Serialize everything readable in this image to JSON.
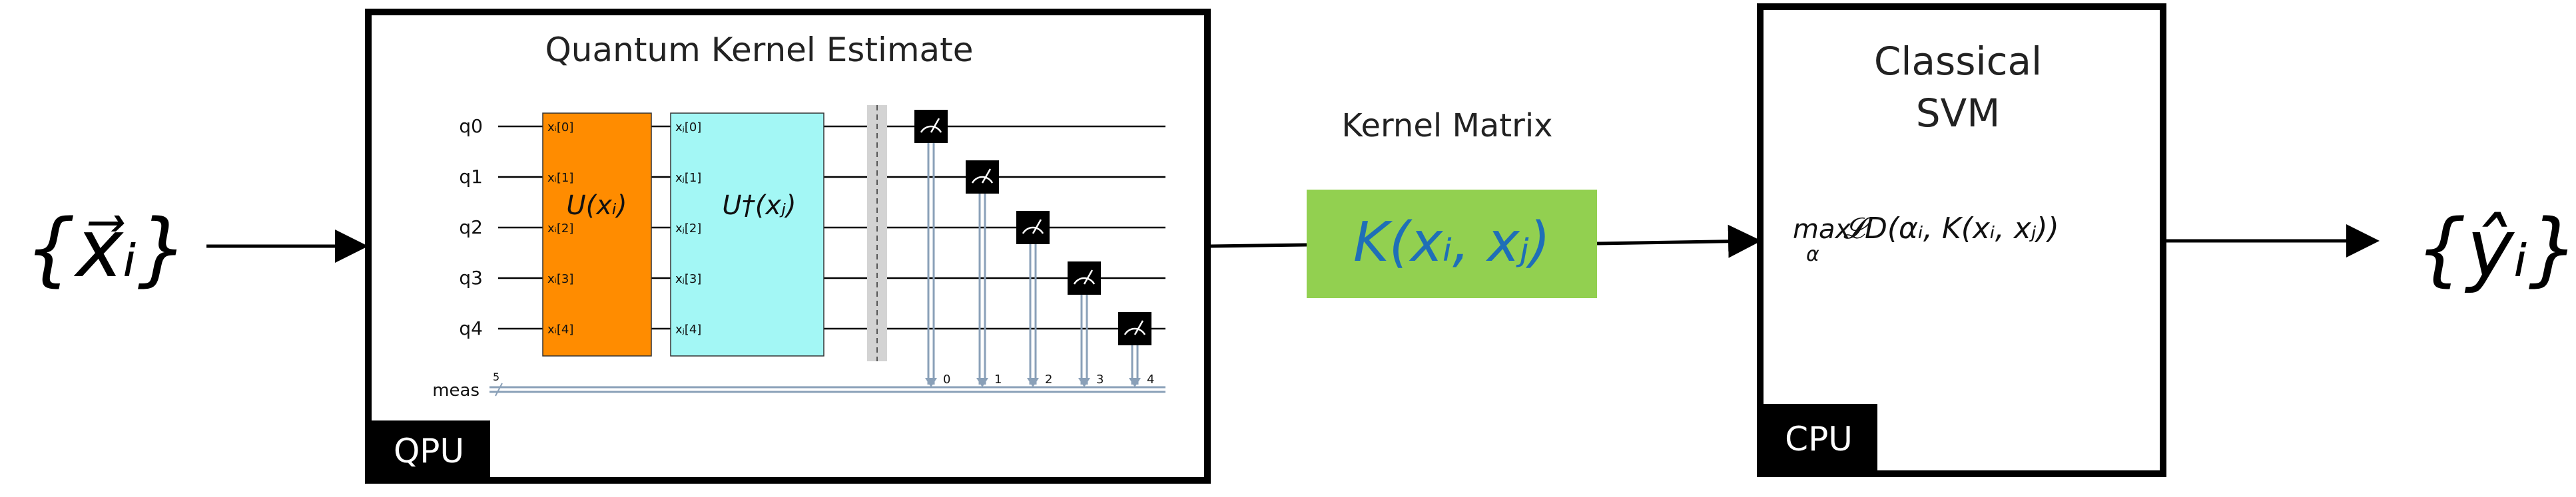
{
  "input": {
    "label": "{x⃗ᵢ}"
  },
  "output": {
    "label": "{ŷᵢ}"
  },
  "qpu_box": {
    "title": "Quantum Kernel Estimate",
    "badge": "QPU"
  },
  "circuit": {
    "qubits": [
      "q0",
      "q1",
      "q2",
      "q3",
      "q4"
    ],
    "classical_register": "meas",
    "classical_width": "5",
    "u_gate": {
      "label": "U(xᵢ)",
      "color": "#ff8c00",
      "inputs": [
        "xᵢ[0]",
        "xᵢ[1]",
        "xᵢ[2]",
        "xᵢ[3]",
        "xᵢ[4]"
      ]
    },
    "udag_gate": {
      "label": "U†(xⱼ)",
      "color": "#a3f7f5",
      "inputs": [
        "xⱼ[0]",
        "xⱼ[1]",
        "xⱼ[2]",
        "xⱼ[3]",
        "xⱼ[4]"
      ]
    },
    "measure_bits": [
      "0",
      "1",
      "2",
      "3",
      "4"
    ]
  },
  "kernel": {
    "caption": "Kernel Matrix",
    "formula": "K(xᵢ, xⱼ)",
    "color": "#92d050",
    "text_color": "#1f6fb7"
  },
  "cpu_box": {
    "title_line1": "Classical",
    "title_line2": "SVM",
    "badge": "CPU",
    "objective_op": "max",
    "objective_sub": "α",
    "objective_expr": "𝓛D(αᵢ, K(xᵢ, xⱼ))"
  }
}
